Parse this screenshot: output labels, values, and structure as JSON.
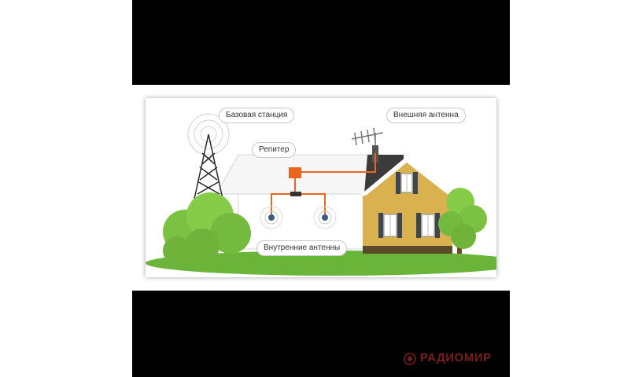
{
  "labels": {
    "base_station": "Базовая станция",
    "external_antenna": "Внешняя антенна",
    "repeater": "Репитер",
    "internal_antennas": "Внутренние антенны"
  },
  "watermark": "РАДИОМИР",
  "colors": {
    "cable": "#e8661e",
    "house_siding": "#d9b24f",
    "roof": "#3b3b3b",
    "grass": "#6bb43a",
    "foliage": "#7cc242"
  }
}
